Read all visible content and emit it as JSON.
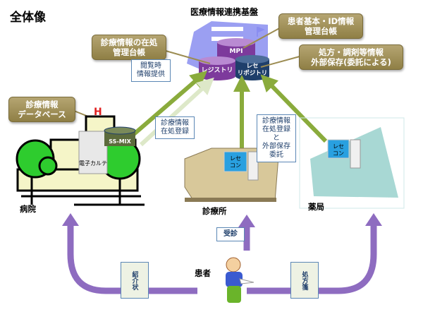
{
  "title": "全体像",
  "hub": {
    "title": "医療情報連携基盤",
    "databases": {
      "mpi": "MPI",
      "registry": "レジストリ",
      "repository_line1": "レセ",
      "repository_line2": "リポジトリ"
    }
  },
  "callouts": {
    "location_ledger": {
      "line1": "診療情報の在処",
      "line2": "管理台帳"
    },
    "patient_id_ledger": {
      "line1": "患者基本・ID情報",
      "line2": "管理台帳"
    },
    "prescription_storage": {
      "line1": "処方・調剤等情報",
      "line2": "外部保存(委託による)"
    },
    "clinical_database": {
      "line1": "診療情報",
      "line2": "データベース"
    },
    "view_info": {
      "line1": "閲覧時",
      "line2": "情報提供"
    },
    "register_location_hospital": {
      "line1": "診療情報",
      "line2": "在処登録"
    },
    "register_clinic": {
      "line1": "診療情報",
      "line2": "在処登録",
      "line3": "と",
      "line4": "外部保存",
      "line5": "委託"
    }
  },
  "facilities": {
    "hospital": {
      "label": "病院",
      "emr": "電子カルテ",
      "ssmix": "SS-MIX"
    },
    "clinic": {
      "label": "診療所",
      "rececon_line1": "レセ",
      "rececon_line2": "コン"
    },
    "pharmacy": {
      "label": "薬局",
      "rececon_line1": "レセ",
      "rececon_line2": "コン"
    }
  },
  "patient": {
    "label": "患者",
    "referral": "紹介状",
    "consultation": "受診",
    "prescription": "処方箋"
  },
  "colors": {
    "olive_callout": "#9c8c52",
    "green_arrow": "#8aab3c",
    "pale_arrow": "#dde8c8",
    "purple_arrow": "#8e6cc0",
    "hub_purple": "#7d3a9c",
    "hub_navy": "#1f3f6b",
    "hub_building": "#8a8ef0"
  }
}
